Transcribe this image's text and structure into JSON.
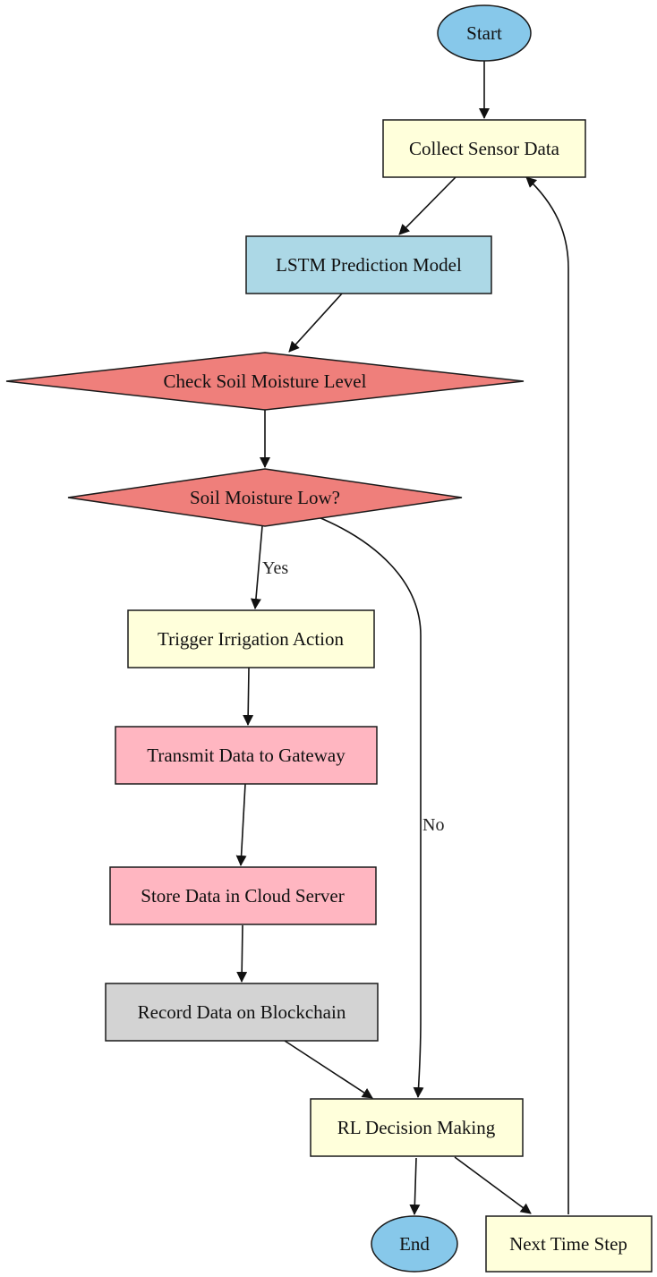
{
  "colors": {
    "terminal": "#87c8ea",
    "process_yellow": "#ffffdb",
    "model_blue": "#acd8e6",
    "decision_red": "#ef7f7b",
    "process_pink": "#ffb6c1",
    "process_gray": "#d3d3d3"
  },
  "nodes": {
    "start": "Start",
    "collect": "Collect Sensor Data",
    "lstm": "LSTM Prediction Model",
    "check": "Check Soil Moisture Level",
    "low": "Soil Moisture Low?",
    "trigger": "Trigger Irrigation Action",
    "transmit": "Transmit Data to Gateway",
    "store": "Store Data in Cloud Server",
    "record": "Record Data on Blockchain",
    "rl": "RL Decision Making",
    "end": "End",
    "next": "Next Time Step"
  },
  "edge_labels": {
    "yes": "Yes",
    "no": "No"
  }
}
